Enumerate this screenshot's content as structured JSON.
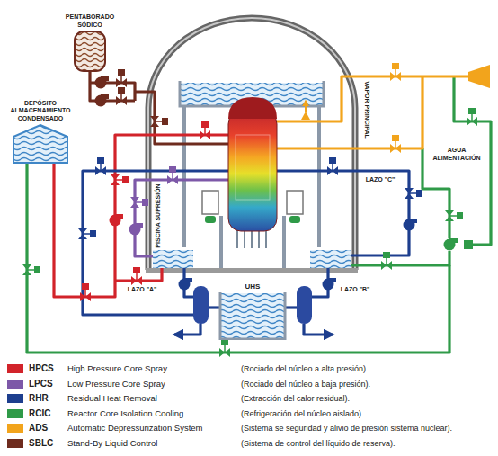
{
  "diagram": {
    "nodes": [
      {
        "text": [
          "PENTABORADO SÓDICO"
        ]
      },
      {
        "text": [
          "DEPÓSITO ALMACENAMIENTO CONDENSADO"
        ]
      },
      {
        "text": [
          "UHS"
        ]
      }
    ],
    "labels": [
      "PISCINA SUPRESIÓN",
      "VAPOR PRINCIPAL",
      "AGUA ALIMENTACIÓN",
      "LAZO \"C\"",
      "LAZO \"A\"",
      "LAZO \"B\"",
      "High Pressure Core Spray",
      "(Rociado del núcleo a alta presión).",
      "Low Pressure Core Spray",
      "(Rociado del núcleo a baja presión).",
      "Residual Heat Removal",
      "(Extracción del calor residual).",
      "Reactor Core Isolation Cooling",
      "(Refrigeración del núcleo aislado).",
      "Automatic Depressurization System",
      "(Sistema se seguridad y alivio de presión sistema nuclear).",
      "Stand-By Liquid Control",
      "(Sistema de control del líquido de reserva)."
    ],
    "legend": [
      {
        "text": "HPCS",
        "color": "#d2232a"
      },
      {
        "text": "LPCS",
        "color": "#7d58a8"
      },
      {
        "text": "RHR",
        "color": "#1d3e8e"
      },
      {
        "text": "RCIC",
        "color": "#2f9a48"
      },
      {
        "text": "ADS",
        "color": "#f2a41c"
      },
      {
        "text": "SBLC",
        "color": "#6e2b1e"
      }
    ]
  }
}
